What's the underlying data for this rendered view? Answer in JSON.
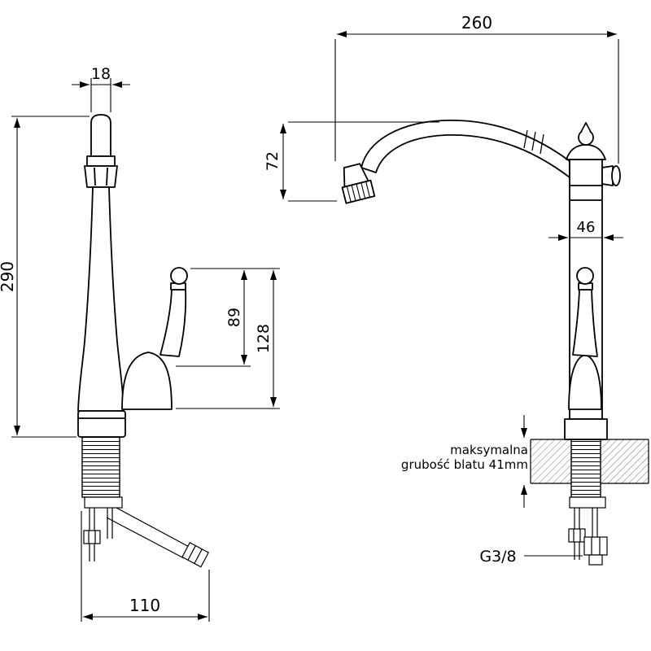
{
  "front_view": {
    "dim_spout_width": "18",
    "dim_total_height": "290",
    "dim_handle_top_to_pivot": "89",
    "dim_handle_top_to_base": "128",
    "dim_bottom_width": "110"
  },
  "side_view": {
    "dim_spout_reach": "260",
    "dim_spout_drop": "72",
    "dim_body_width": "46",
    "counter_note_line1": "maksymalna",
    "counter_note_line2": "grubość blatu 41mm",
    "thread_label": "G3/8"
  },
  "colors": {
    "line": "#000000",
    "hatch": "#777777",
    "background": "#ffffff"
  }
}
